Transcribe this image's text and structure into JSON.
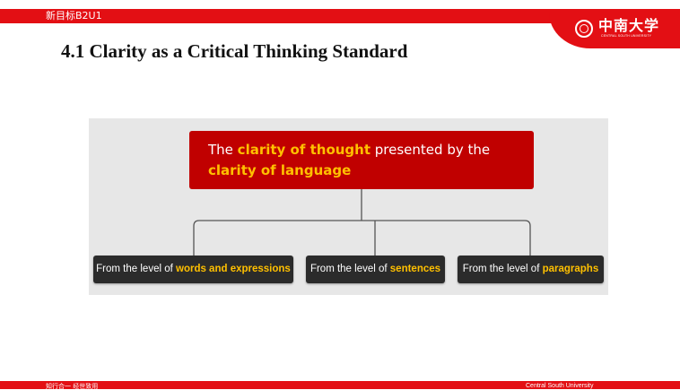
{
  "header": {
    "course_tag": "新目标B2U1",
    "logo_name": "中南大学",
    "logo_english": "CENTRAL SOUTH UNIVERSITY"
  },
  "slide": {
    "title": "4.1 Clarity as a Critical Thinking Standard"
  },
  "diagram": {
    "main": {
      "t1": "The ",
      "h1": "clarity of thought",
      "t2": " presented by the ",
      "h2": "clarity of language"
    },
    "levels": [
      {
        "prefix": "From the level of ",
        "highlight": "words and expressions"
      },
      {
        "prefix": "From the level of ",
        "highlight": "sentences"
      },
      {
        "prefix": "From the level of ",
        "highlight": "paragraphs"
      }
    ]
  },
  "footer": {
    "left": "知行合一  经世致用",
    "right": "Central South University"
  },
  "colors": {
    "brand_red": "#e30f14",
    "box_red": "#c00000",
    "highlight": "#ffc000",
    "dark_box": "#2b2b2b",
    "panel": "#e7e7e7"
  }
}
